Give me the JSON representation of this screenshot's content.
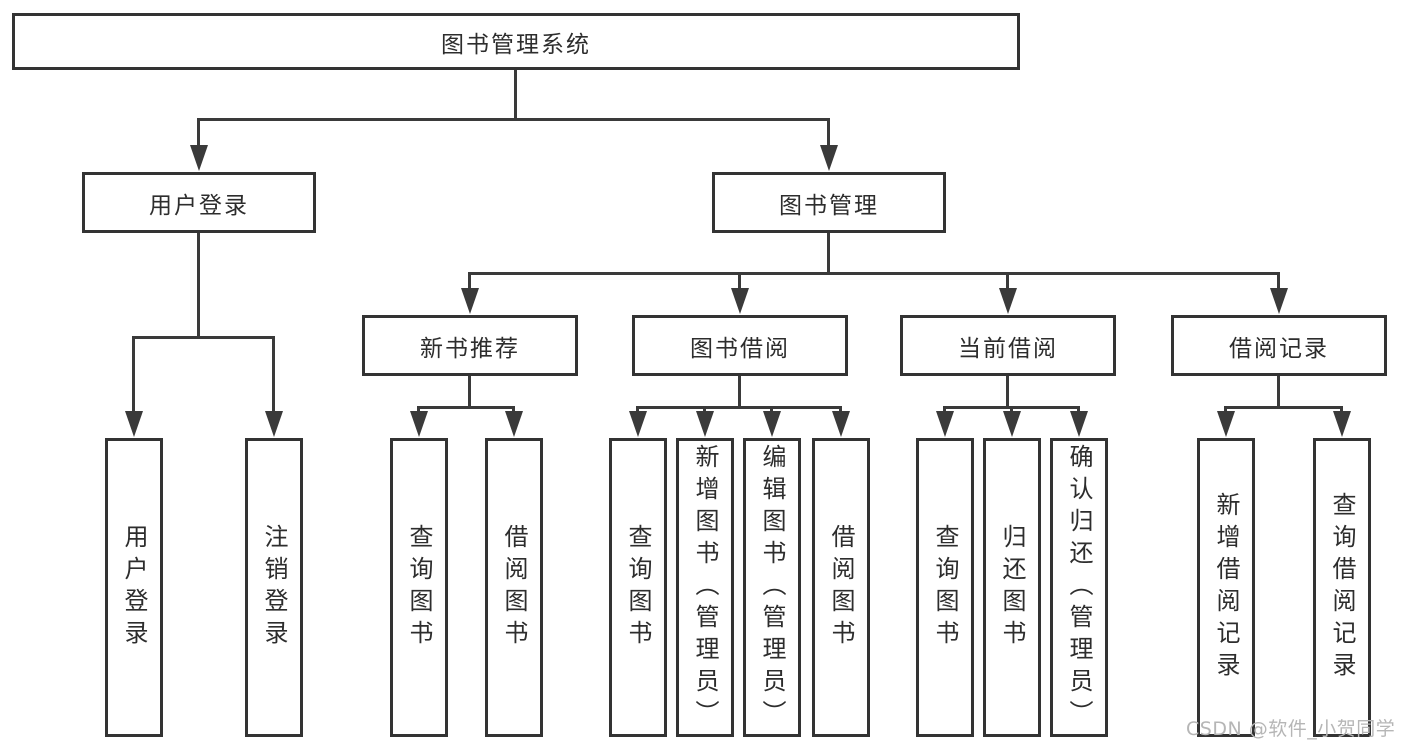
{
  "diagram": {
    "type": "tree",
    "root": {
      "label": "图书管理系统",
      "children": [
        {
          "label": "用户登录",
          "children": [
            {
              "label": "用户登录"
            },
            {
              "label": "注销登录"
            }
          ]
        },
        {
          "label": "图书管理",
          "children": [
            {
              "label": "新书推荐",
              "children": [
                {
                  "label": "查询图书"
                },
                {
                  "label": "借阅图书"
                }
              ]
            },
            {
              "label": "图书借阅",
              "children": [
                {
                  "label": "查询图书"
                },
                {
                  "label": "新增图书（管理员）"
                },
                {
                  "label": "编辑图书（管理员）"
                },
                {
                  "label": "借阅图书"
                }
              ]
            },
            {
              "label": "当前借阅",
              "children": [
                {
                  "label": "查询图书"
                },
                {
                  "label": "归还图书"
                },
                {
                  "label": "确认归还（管理员）"
                }
              ]
            },
            {
              "label": "借阅记录",
              "children": [
                {
                  "label": "新增借阅记录"
                },
                {
                  "label": "查询借阅记录"
                }
              ]
            }
          ]
        }
      ]
    },
    "watermark": "CSDN @软件_小贺同学",
    "colors": {
      "line": "#3a3a3a",
      "box_border": "#333333",
      "text": "#2d2d2d",
      "watermark": "#b6b6b6",
      "background": "#ffffff"
    }
  }
}
